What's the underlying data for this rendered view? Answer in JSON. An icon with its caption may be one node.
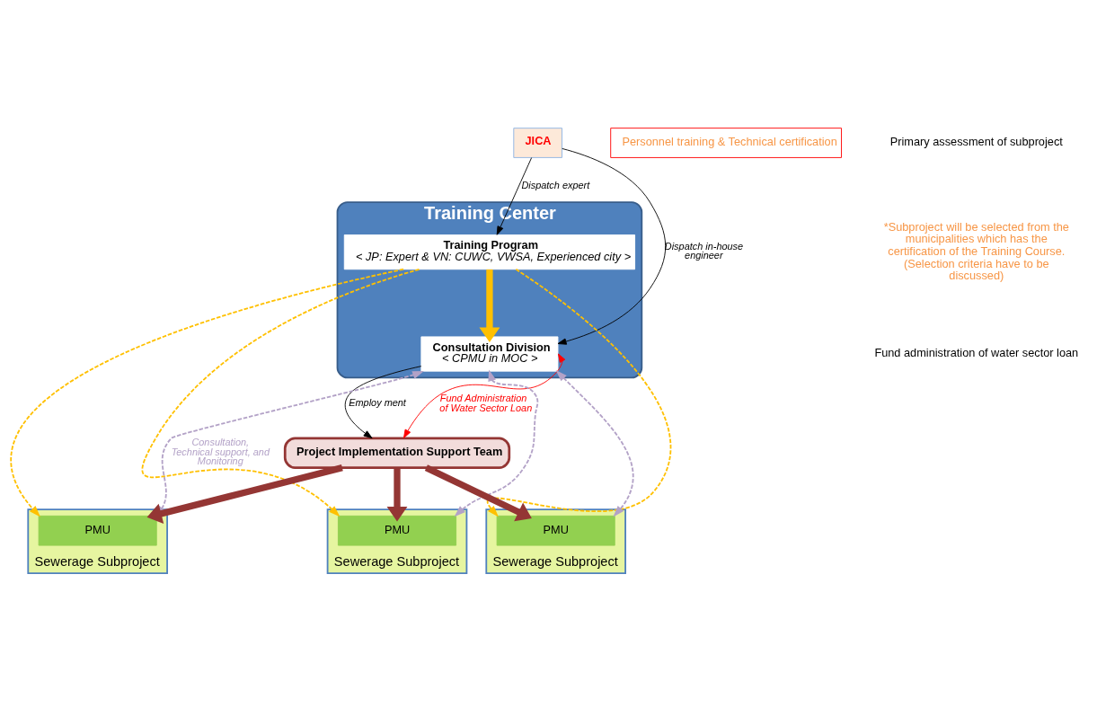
{
  "diagram": {
    "nodes": [
      {
        "text": [
          "JICA"
        ]
      },
      {
        "text": [
          "Training Center"
        ]
      },
      {
        "text": [
          "Training Program",
          "< JP: Expert & VN: CUWC, VWSA, Experienced city >"
        ],
        "in": 1
      },
      {
        "text": [
          "Consultation Division",
          "< CPMU in MOC >"
        ],
        "in": 1
      },
      {
        "text": [
          "Project Implementation Support Team"
        ]
      },
      {
        "text": [
          "Personnel training & Technical certification"
        ]
      },
      {
        "text": [
          "Sewerage Subproject"
        ]
      },
      {
        "text": [
          "PMU"
        ],
        "in": 6
      },
      {
        "text": [
          "Sewerage Subproject"
        ]
      },
      {
        "text": [
          "PMU"
        ],
        "in": 8
      },
      {
        "text": [
          "Sewerage Subproject"
        ]
      },
      {
        "text": [
          "PMU"
        ],
        "in": 10
      }
    ],
    "edges": [
      {
        "from": 0,
        "to": 2,
        "arrow": "to",
        "color": "#000000",
        "label": "Dispatch expert"
      },
      {
        "from": 0,
        "to": 3,
        "arrow": "to",
        "color": "#000000",
        "label": "Dispatch in-house engineer"
      },
      {
        "from": 2,
        "to": 3,
        "arrow": "to",
        "style": "thick",
        "color": "#ffc000"
      },
      {
        "from": 3,
        "to": 4,
        "arrow": "to",
        "color": "#000000",
        "label": "Employ ment"
      },
      {
        "from": 3,
        "to": 4,
        "arrow": "both",
        "color": "#ff0000",
        "label": "Fund Administration  of Water Sector Loan"
      },
      {
        "from": 2,
        "to": 7,
        "arrow": "to",
        "style": "dashed",
        "color": "#ffc000"
      },
      {
        "from": 2,
        "to": 9,
        "arrow": "to",
        "style": "dashed",
        "color": "#ffc000"
      },
      {
        "from": 2,
        "to": 11,
        "arrow": "to",
        "style": "dashed",
        "color": "#ffc000"
      },
      {
        "from": 3,
        "to": 7,
        "arrow": "both",
        "style": "dashed",
        "color": "#b3a2c7",
        "label": "Consultation, Technical support, and Monitoring"
      },
      {
        "from": 3,
        "to": 9,
        "arrow": "both",
        "style": "dashed",
        "color": "#b3a2c7"
      },
      {
        "from": 3,
        "to": 11,
        "arrow": "both",
        "style": "dashed",
        "color": "#b3a2c7"
      },
      {
        "from": 4,
        "to": 7,
        "arrow": "to",
        "style": "thick",
        "color": "#943634"
      },
      {
        "from": 4,
        "to": 9,
        "arrow": "to",
        "style": "thick",
        "color": "#943634"
      },
      {
        "from": 4,
        "to": 11,
        "arrow": "to",
        "style": "thick",
        "color": "#943634"
      }
    ],
    "labels": [
      "Primary assessment of subproject",
      "*Subproject will be selected from the municipalities which has the certification of the Training Course. (Selection criteria have to be discussed)",
      "Fund administration of water sector loan"
    ]
  }
}
